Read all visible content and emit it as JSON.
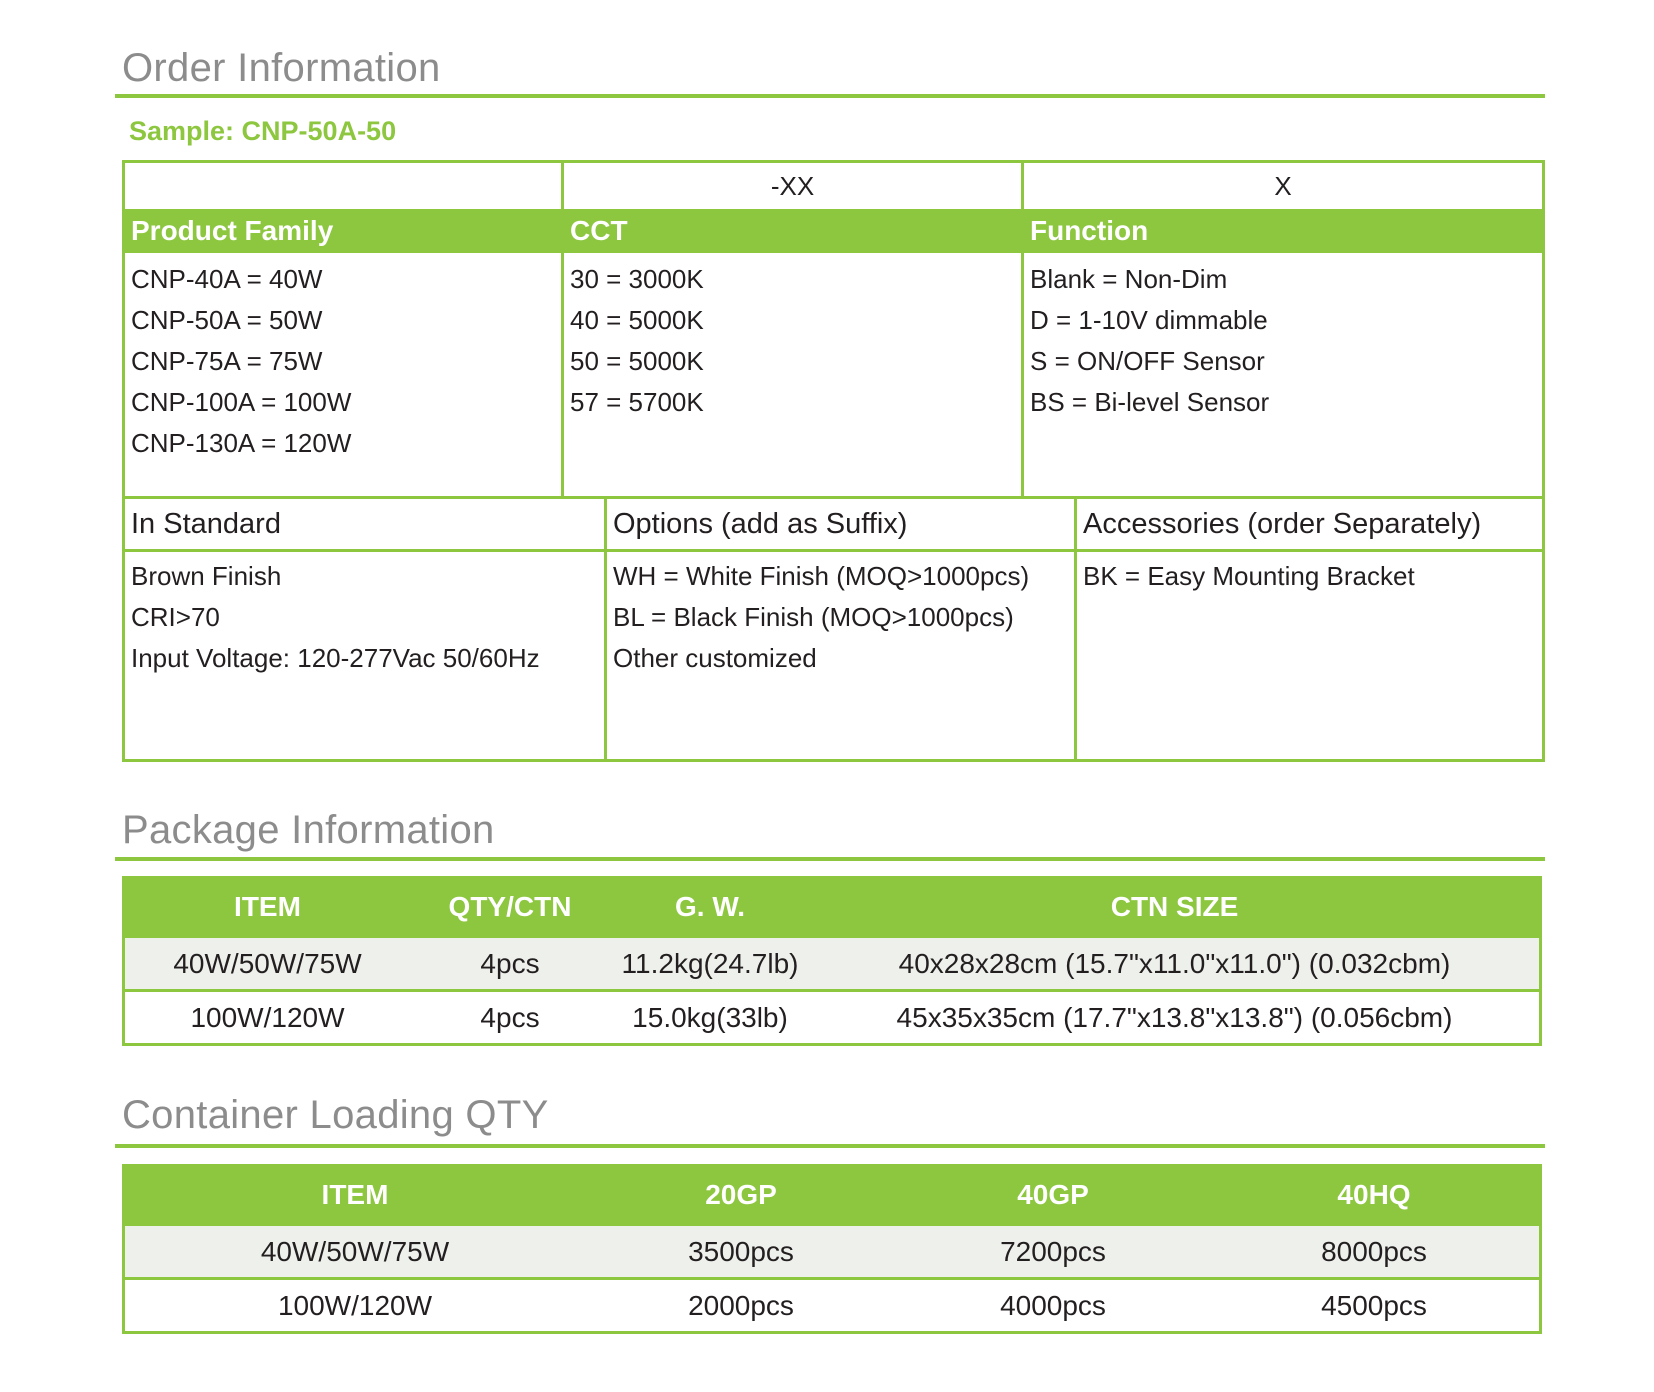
{
  "order": {
    "title": "Order Information",
    "sample": "Sample: CNP-50A-50",
    "codes": {
      "col1": "",
      "col2": "-XX",
      "col3": "X"
    },
    "product_family": {
      "heading": "Product Family",
      "items": [
        "CNP-40A = 40W",
        "CNP-50A = 50W",
        "CNP-75A = 75W",
        "CNP-100A = 100W",
        "CNP-130A = 120W"
      ]
    },
    "cct": {
      "heading": "CCT",
      "items": [
        "30 = 3000K",
        "40 = 5000K",
        "50 = 5000K",
        "57 = 5700K"
      ]
    },
    "function": {
      "heading": "Function",
      "items": [
        "Blank = Non-Dim",
        "D = 1-10V dimmable",
        "S = ON/OFF Sensor",
        "BS = Bi-level Sensor"
      ]
    },
    "in_standard": {
      "heading": "In Standard",
      "items": [
        "Brown Finish",
        "CRI>70",
        "Input Voltage: 120-277Vac 50/60Hz"
      ]
    },
    "options": {
      "heading": "Options (add as Suffix)",
      "items": [
        "WH = White Finish (MOQ>1000pcs)",
        "BL = Black Finish (MOQ>1000pcs)",
        "Other customized"
      ]
    },
    "accessories": {
      "heading": "Accessories (order Separately)",
      "items": [
        "BK = Easy Mounting Bracket"
      ]
    }
  },
  "package": {
    "title": "Package Information",
    "headers": [
      "ITEM",
      "QTY/CTN",
      "G. W.",
      "CTN SIZE"
    ],
    "rows": [
      [
        "40W/50W/75W",
        "4pcs",
        "11.2kg(24.7lb)",
        "40x28x28cm (15.7\"x11.0\"x11.0\") (0.032cbm)"
      ],
      [
        "100W/120W",
        "4pcs",
        "15.0kg(33lb)",
        "45x35x35cm (17.7\"x13.8\"x13.8\") (0.056cbm)"
      ]
    ]
  },
  "container": {
    "title": "Container Loading QTY",
    "headers": [
      "ITEM",
      "20GP",
      "40GP",
      "40HQ"
    ],
    "rows": [
      [
        "40W/50W/75W",
        "3500pcs",
        "7200pcs",
        "8000pcs"
      ],
      [
        "100W/120W",
        "2000pcs",
        "4000pcs",
        "4500pcs"
      ]
    ]
  },
  "colors": {
    "accent": "#8dc63f",
    "title_gray": "#8c8c8c",
    "row_shade": "#eef0ec"
  }
}
